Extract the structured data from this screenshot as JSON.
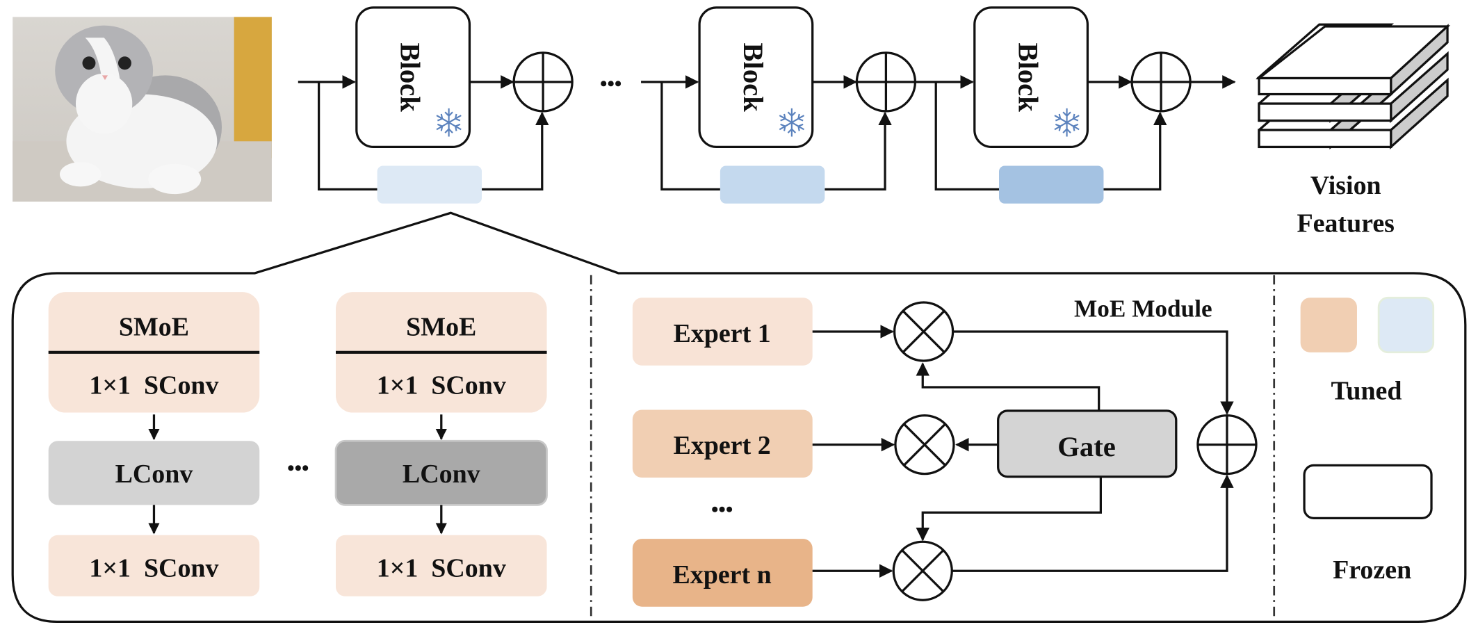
{
  "diagram": {
    "input_image": {
      "label": "input-cat-photo",
      "description": "photo of a grey and white cat on a sofa"
    },
    "blocks": [
      {
        "label": "Block",
        "state_icon": "snowflake-icon",
        "adapter_color": "#dde9f5"
      },
      {
        "label": "Block",
        "state_icon": "snowflake-icon",
        "adapter_color": "#c4d9ee"
      },
      {
        "label": "Block",
        "state_icon": "snowflake-icon",
        "adapter_color": "#a4c2e2"
      }
    ],
    "ellipsis": "•••",
    "output_label_line1": "Vision",
    "output_label_line2": "Features",
    "smoe_columns": [
      {
        "header": "SMoE",
        "top": "1×1  SConv",
        "middle": "LConv",
        "bottom": "1×1  SConv",
        "lconv_color": "#d3d3d3"
      },
      {
        "header": "SMoE",
        "top": "1×1  SConv",
        "middle": "LConv",
        "bottom": "1×1  SConv",
        "lconv_color": "#a9a9a9"
      }
    ],
    "moe": {
      "title": "MoE Module",
      "experts": [
        {
          "label": "Expert 1",
          "color": "#f8e3d6"
        },
        {
          "label": "Expert 2",
          "color": "#f1cfb3"
        },
        {
          "label": "Expert n",
          "color": "#e8b489"
        }
      ],
      "ellipsis": "•••",
      "gate": "Gate"
    },
    "legend": {
      "tuned_label": "Tuned",
      "frozen_label": "Frozen",
      "tuned_colors": [
        "#f1cfb3",
        "#dde9f5"
      ]
    },
    "colors": {
      "smoe_fill": "#f8e5d9",
      "gate_fill": "#d4d4d4",
      "stroke": "#111111"
    }
  }
}
